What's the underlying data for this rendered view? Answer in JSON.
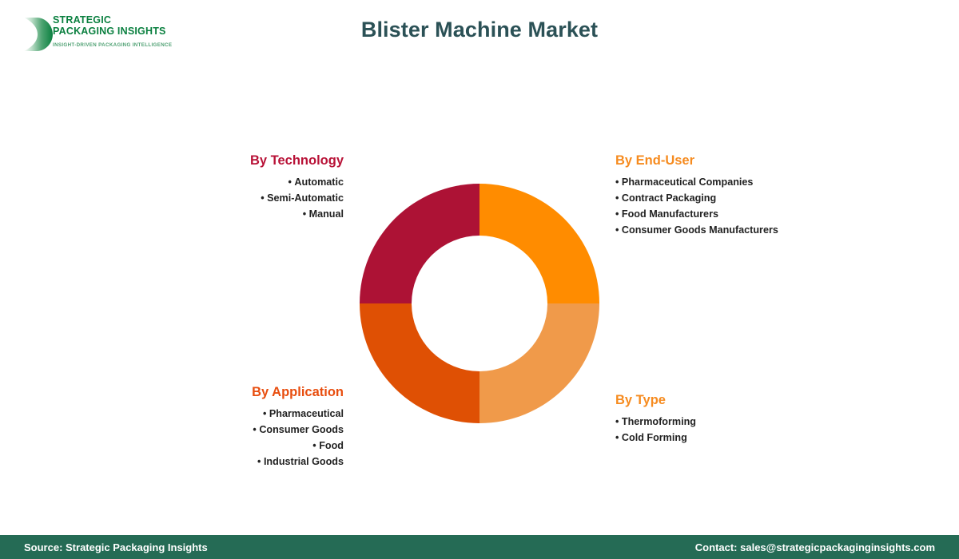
{
  "header": {
    "title": "Blister Machine Market",
    "title_color": "#2b5156",
    "logo": {
      "mark": "chevron-arrow-logo-mark",
      "mark_color": "#0b8040",
      "line1": "STRATEGIC",
      "line2": "PACKAGING INSIGHTS",
      "tagline": "INSIGHT-DRIVEN PACKAGING INTELLIGENCE",
      "text_color": "#0b8040"
    }
  },
  "chart_data": {
    "type": "pie",
    "title": "Blister Machine Market",
    "variant": "donut",
    "categories": [
      "By End-User",
      "By Type",
      "By Application",
      "By Technology"
    ],
    "values": [
      25,
      25,
      25,
      25
    ],
    "colors": [
      "#ff8c00",
      "#f09a4a",
      "#df5004",
      "#ad1235"
    ],
    "start_angle": 0,
    "inner_radius_ratio": 0.565,
    "legend": "none",
    "labels_shown": false
  },
  "segments": {
    "technology": {
      "title": "By Technology",
      "color": "#b81237",
      "items": [
        "Automatic",
        "Semi-Automatic",
        "Manual"
      ]
    },
    "enduser": {
      "title": "By End-User",
      "color": "#f68b1f",
      "items": [
        "Pharmaceutical Companies",
        "Contract Packaging",
        "Food Manufacturers",
        "Consumer Goods Manufacturers"
      ]
    },
    "application": {
      "title": "By Application",
      "color": "#e84e0f",
      "items": [
        "Pharmaceutical",
        "Consumer Goods",
        "Food",
        "Industrial Goods"
      ]
    },
    "type": {
      "title": "By Type",
      "color": "#f68b1f",
      "items": [
        "Thermoforming",
        "Cold Forming"
      ]
    }
  },
  "footer": {
    "source": "Source: Strategic Packaging Insights",
    "contact": "Contact: sales@strategicpackaginginsights.com",
    "background": "#256b55"
  }
}
